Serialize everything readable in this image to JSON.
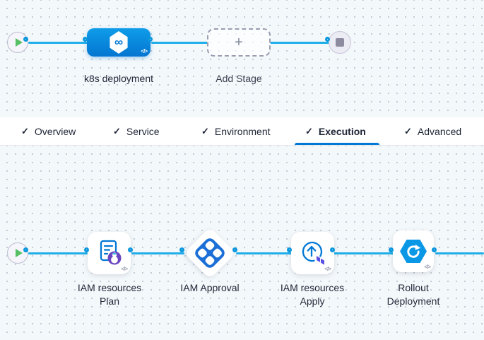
{
  "pipeline": {
    "stage_label": "k8s deployment",
    "add_stage_label": "Add Stage",
    "plus_glyph": "+",
    "infinity_glyph": "∞",
    "code_glyph": "</>"
  },
  "tabs": {
    "check_glyph": "✓",
    "items": [
      {
        "label": "Overview",
        "active": false
      },
      {
        "label": "Service",
        "active": false
      },
      {
        "label": "Environment",
        "active": false
      },
      {
        "label": "Execution",
        "active": true
      },
      {
        "label": "Advanced",
        "active": false
      }
    ]
  },
  "execution_flow": {
    "steps": [
      {
        "label": "IAM resources Plan",
        "type": "terraform-plan"
      },
      {
        "label": "IAM Approval",
        "type": "approval"
      },
      {
        "label": "IAM resources Apply",
        "type": "terraform-apply"
      },
      {
        "label": "Rollout Deployment",
        "type": "k8s-rollout"
      }
    ],
    "code_glyph": "</>"
  },
  "colors": {
    "canvas_background": "#f3f8fb",
    "canvas_dot": "#c3cbd7",
    "connector_line": "#1faee9",
    "connector_ring_border": "#0a97dd",
    "accent_blue": "#0278d5",
    "stage_node_top": "#0f9ce9",
    "stage_node_bottom": "#0376d0",
    "play_green": "#57c065",
    "stop_gray": "#8d8ba0",
    "approval_icon_blue": "#1b6fd6",
    "terraform_purple": "#5c4ee5",
    "plan_badge_purple": "#6b44c1",
    "rollout_hexagon_blue": "#0a97e5",
    "active_tab_underline": "#0278d5"
  }
}
